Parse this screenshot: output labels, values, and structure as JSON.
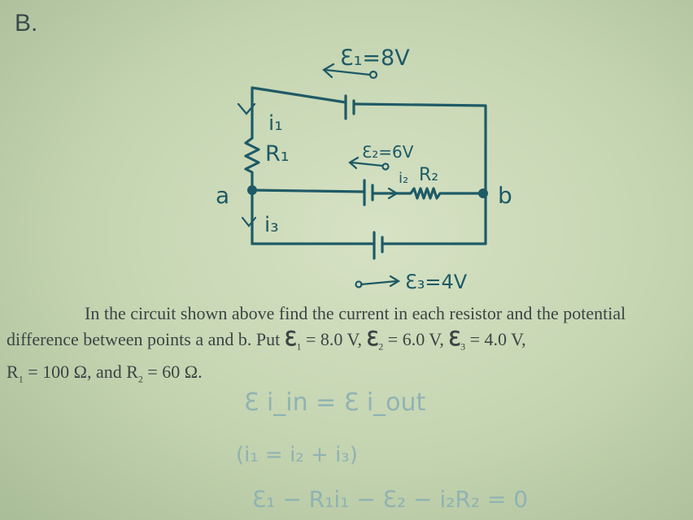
{
  "problem_label": "B.",
  "circuit": {
    "emf1": "ℇ₁=8V",
    "emf2": "ℇ₂=6V",
    "emf3": "ℇ₃=4V",
    "i1": "i₁",
    "i2": "i₂",
    "i3": "i₃",
    "R1": "R₁",
    "R2": "R₂",
    "node_a": "a",
    "node_b": "b"
  },
  "statement": {
    "line1": "In the circuit shown above find the current in each resistor and the potential",
    "line2_text": "difference between points a and b. Put ",
    "e_symbol": "ℇ",
    "e1_sub": "1",
    "e1_val": " = 8.0 V, ",
    "e2_sub": "2",
    "e2_val": " = 6.0 V, ",
    "e3_sub": "3",
    "e3_val": " = 4.0 V,",
    "line3_r1": "R",
    "r1_sub": "1",
    "r1_val": " = 100 Ω, and R",
    "r2_sub": "2",
    "r2_val": " = 60 Ω."
  },
  "notes": {
    "n1": "ℇ i_in = ℇ i_out",
    "n2": "(i₁ = i₂ + i₃)",
    "n3": "ℇ₁ − R₁i₁ − ℇ₂ − i₂R₂ = 0"
  }
}
